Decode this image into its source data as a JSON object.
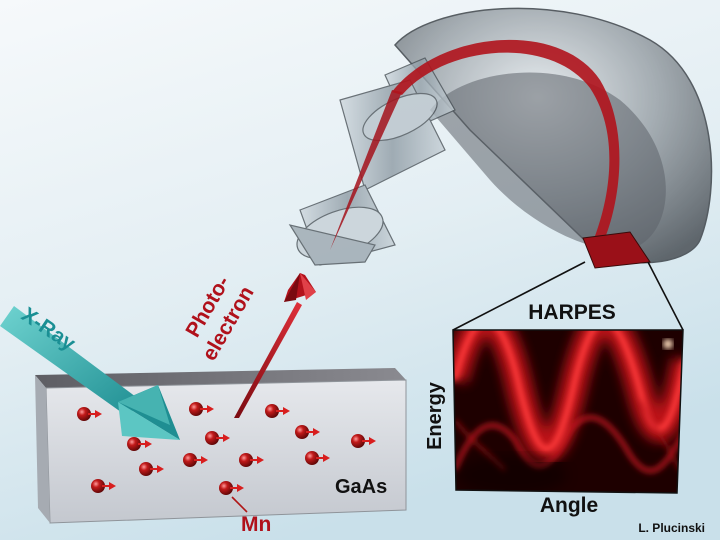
{
  "labels": {
    "xray": "X-Ray",
    "photo_line1": "Photo-",
    "photo_line2": "electron",
    "harpes": "HARPES",
    "energy": "Energy",
    "angle": "Angle",
    "gaas": "GaAs",
    "mn": "Mn",
    "credit": "L. Plucinski"
  },
  "colors": {
    "background_light": "#f4f8fb",
    "background_blue": "#cfe3ec",
    "xray_arrow": "#2aa7a8",
    "xray_label": "#1a8f94",
    "photoelectron": "#c0101a",
    "photoelectron_label": "#b0111b",
    "atom": "#b01515",
    "spin_arrow": "#d81e1e",
    "harpes_bg": "#2a0000",
    "harpes_signal": "#ff2a2a",
    "crystal_top": "#7a7a80",
    "crystal_front": "#d4d8de",
    "analyzer_glass": "#8a9aa6",
    "analyzer_sphere": "#6a6f75"
  },
  "icons": {
    "atom": "mn-atom-icon",
    "spin_arrow": "spin-arrow-icon"
  }
}
